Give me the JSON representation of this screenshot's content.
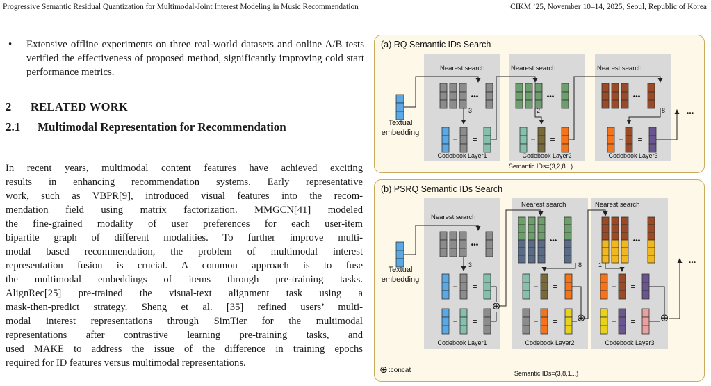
{
  "header": {
    "left": "Progressive Semantic Residual Quantization for Multimodal-Joint Interest Modeling in Music Recommendation",
    "right": "CIKM ’25, November 10–14, 2025, Seoul, Republic of Korea"
  },
  "bullet": {
    "symbol": "•",
    "text": "Extensive offline experiments on three real-world datasets and online A/B tests verified the effectiveness of proposed method, significantly improving cold start performance metrics."
  },
  "section": {
    "number": "2",
    "title": "RELATED WORK"
  },
  "subsection": {
    "number": "2.1",
    "title": "Multimodal Representation for Recommendation"
  },
  "paragraph_lines": [
    "In recent years, multimodal content features have achieved exciting",
    "results in enhancing recommendation systems. Early representative",
    "work, such as VBPR[9], introduced visual features into the recom-",
    "mendation field using matrix factorization. MMGCN[41] modeled",
    "the fine-grained modality of user preferences for each user-item",
    "bipartite graph of different modalities. To further improve multi-",
    "modal based recommendation, the problem of multimodal interest",
    "representation fusion is crucial. A common approach is to fuse",
    "the multimodal embeddings of items through pre-training tasks.",
    "AlignRec[25] pre-trained the visual-text alignment task using a",
    "mask-then-predict strategy. Sheng et al. [35] refined users’ multi-",
    "modal interest representations through SimTier for the multimodal",
    "representations after contrastive learning pre-training tasks, and",
    "used MAKE to address the issue of the difference in training epochs",
    "required for ID features versus multimodal representations."
  ],
  "figure": {
    "panel_a": {
      "title": "(a) RQ Semantic IDs Search",
      "textual_line1": "Textual",
      "textual_line2": "embedding",
      "nearest": [
        "Nearest search",
        "Nearest search",
        "Nearest search"
      ],
      "index_labels": [
        "3",
        "2",
        "8"
      ],
      "layers": [
        "Codebook Layer1",
        "Codebook Layer2",
        "Codebook Layer3"
      ],
      "semantic_ids": "Semantic IDs=(3,2,8...)"
    },
    "panel_b": {
      "title": "(b) PSRQ Semantic IDs Search",
      "textual_line1": "Textual",
      "textual_line2": "embedding",
      "nearest": [
        "Nearest search",
        "Nearest search",
        "Nearest search"
      ],
      "index_labels": [
        "3",
        "8",
        "1"
      ],
      "layers": [
        "Codebook Layer1",
        "Codebook Layer2",
        "Codebook Layer3"
      ],
      "semantic_ids": "Semantic IDs=(3,8,1...)",
      "concat_legend": ":concat"
    },
    "symbols": {
      "minus": "−",
      "equals": "=",
      "ellipsis": "•••",
      "concat": "⊕"
    },
    "colors": {
      "panel_bg": "#fdf8e8",
      "panel_border": "#c9ab5e",
      "layer_bg": "#d9d9d9",
      "blue": "#5aa9e6",
      "gray": "#8c8c8c",
      "teal": "#86c0ac",
      "green": "#6e9e6e",
      "olive": "#7a6a3a",
      "orange": "#f5731a",
      "brown": "#9a4a26",
      "purple": "#6a5590",
      "slate": "#5a6b85",
      "gold": "#f0b81e",
      "yellow": "#e8d21a",
      "pink": "#e8a0a0"
    }
  }
}
